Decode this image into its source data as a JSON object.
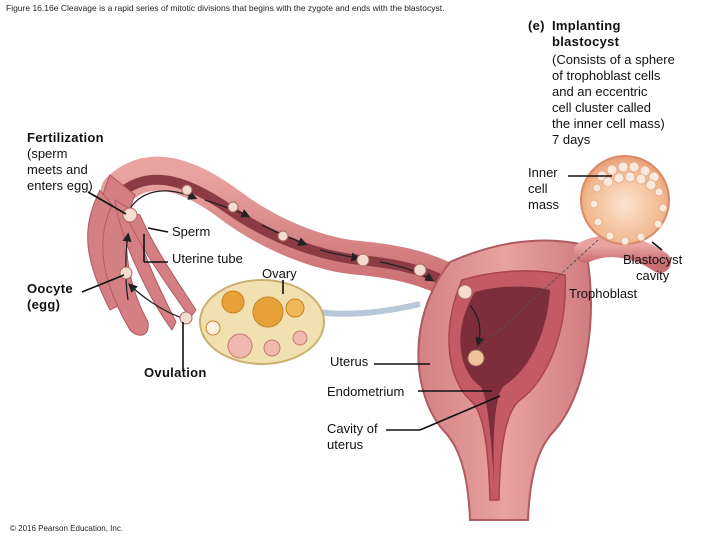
{
  "caption": "Figure 16.16e Cleavage is a rapid series of mitotic divisions that begins with the zygote and ends with the blastocyst.",
  "panel": {
    "letter": "(e)",
    "title": "Implanting\nblastocyst",
    "description": "(Consists of a sphere\nof trophoblast cells\nand an eccentric\ncell cluster called\nthe inner cell mass)\n7 days"
  },
  "labels": {
    "fertilization_title": "Fertilization",
    "fertilization_desc": "(sperm\nmeets and\nenters egg)",
    "inner_cell_mass": "Inner\ncell\nmass",
    "sperm": "Sperm",
    "uterine_tube": "Uterine tube",
    "ovary": "Ovary",
    "oocyte": "Oocyte\n(egg)",
    "blastocyst_cavity": "Blastocyst\ncavity",
    "trophoblast": "Trophoblast",
    "ovulation": "Ovulation",
    "uterus": "Uterus",
    "endometrium": "Endometrium",
    "cavity_of_uterus": "Cavity of\nuterus"
  },
  "copyright": "© 2016 Pearson Education, Inc.",
  "colors": {
    "tissue": "#d9898a",
    "tissue_dark": "#b85c62",
    "ovary": "#f1e0b0",
    "follicle": "#e8a23a",
    "blastocyst": "#f3c29a"
  }
}
